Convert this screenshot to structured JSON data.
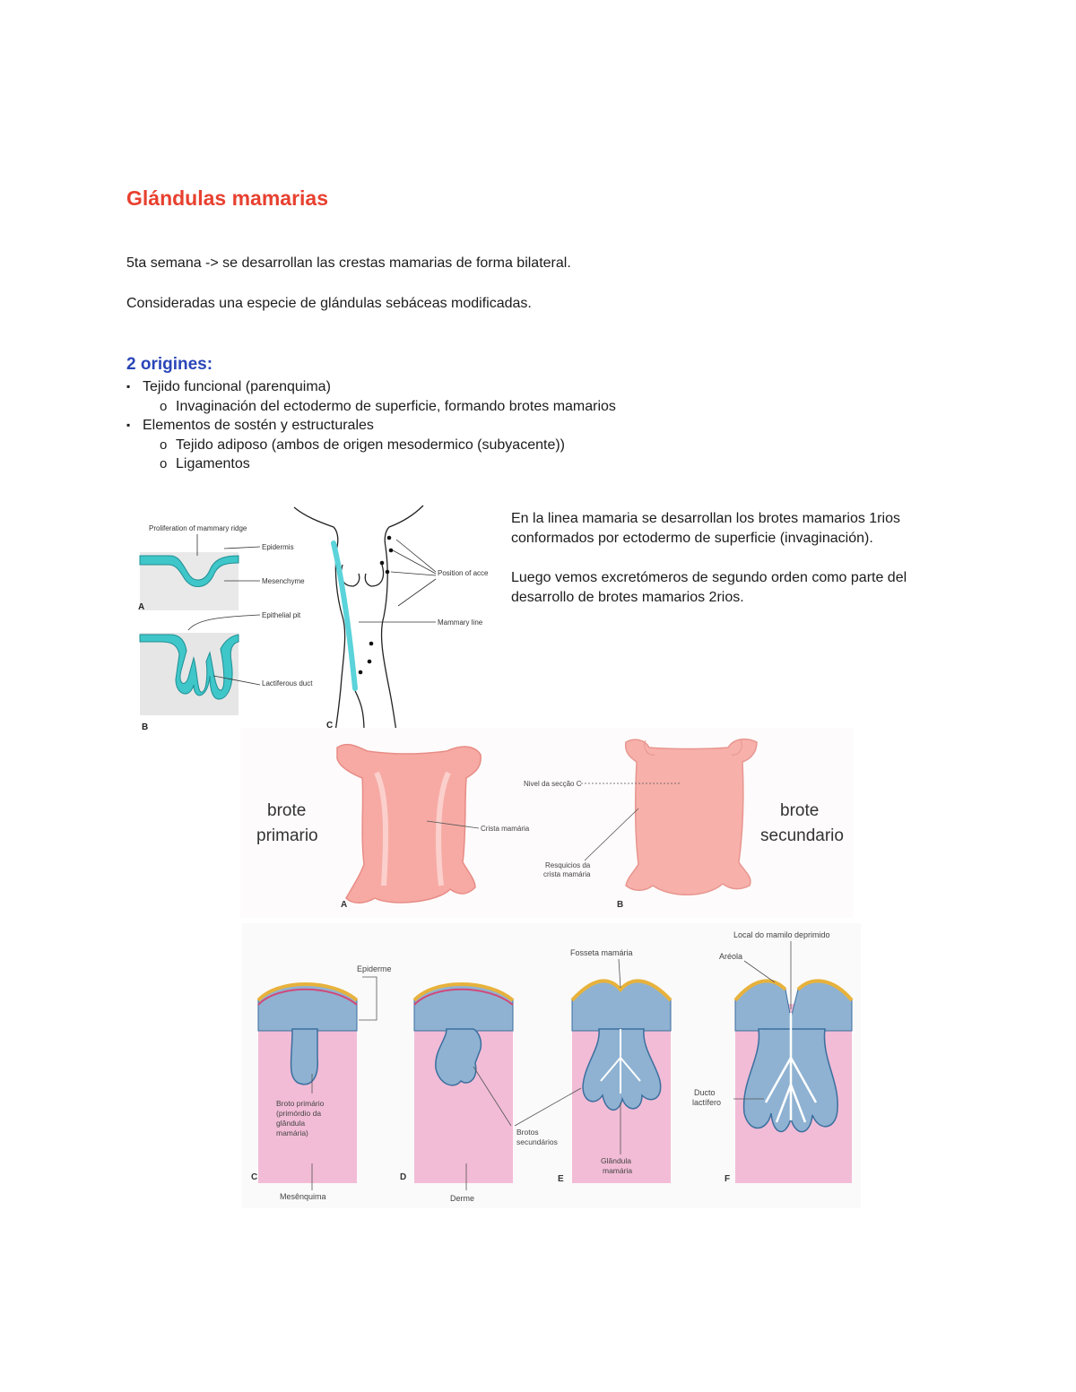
{
  "title": "Glándulas mamarias",
  "intro": [
    "5ta semana -> se desarrollan las crestas mamarias de forma bilateral.",
    "Consideradas una especie de glándulas sebáceas modificadas."
  ],
  "origins": {
    "heading": "2 origines:",
    "items": [
      {
        "text": "Tejido funcional (parenquima)",
        "sub": [
          "Invaginación del ectodermo de superficie, formando brotes mamarios"
        ]
      },
      {
        "text": "Elementos de sostén y estructurales",
        "sub": [
          "Tejido adiposo (ambos de origen mesodermico (subyacente))",
          "Ligamentos"
        ]
      }
    ],
    "bullet_marker": "▪",
    "sub_marker": "o"
  },
  "side_text": [
    "En la linea mamaria se desarrollan los brotes mamarios 1rios conformados por ectodermo de superficie (invaginación).",
    "Luego vemos excretómeros de segundo orden como parte del desarrollo de brotes mamarios 2rios."
  ],
  "figure1": {
    "labels": {
      "proliferation": "Proliferation of mammary ridge",
      "epidermis": "Epidermis",
      "mesenchyme": "Mesenchyme",
      "epithelial_pit": "Epithelial pit",
      "lactiferous_duct": "Lactiferous duct",
      "accessory_nipples": "Position of accessory nipples",
      "mammary_line": "Mammary line",
      "panel_a": "A",
      "panel_b": "B",
      "panel_c": "C"
    }
  },
  "figure2": {
    "brote_primario": "brote primario",
    "brote_secundario": "brote secundario",
    "crista": "Crista mamária",
    "nivel": "Nivel da secção C",
    "resquicios": "Resquicios da crista mamária",
    "panel_a": "A",
    "panel_b": "B"
  },
  "figure3": {
    "epiderme": "Epiderme",
    "broto_primario": "Broto primário (primórdio da glândula mamária)",
    "mesenquima": "Mesênquima",
    "derme": "Derme",
    "brotos_secundarios": "Brotos secundários",
    "fosseta": "Fosseta mamária",
    "glandula": "Glândula mamária",
    "local_mamilo": "Local do mamilo deprimido",
    "areola": "Aréola",
    "ducto": "Ducto lactífero",
    "panels": [
      "C",
      "D",
      "E",
      "F"
    ]
  },
  "colors": {
    "title": "#e8402f",
    "subheading": "#2a46b8",
    "ridge_cyan": "#3fc6c9",
    "embryo_pink": "#f4a8a3",
    "dermis_pink": "#f3bcd7",
    "epithelium_blue": "#8fb2d2"
  }
}
